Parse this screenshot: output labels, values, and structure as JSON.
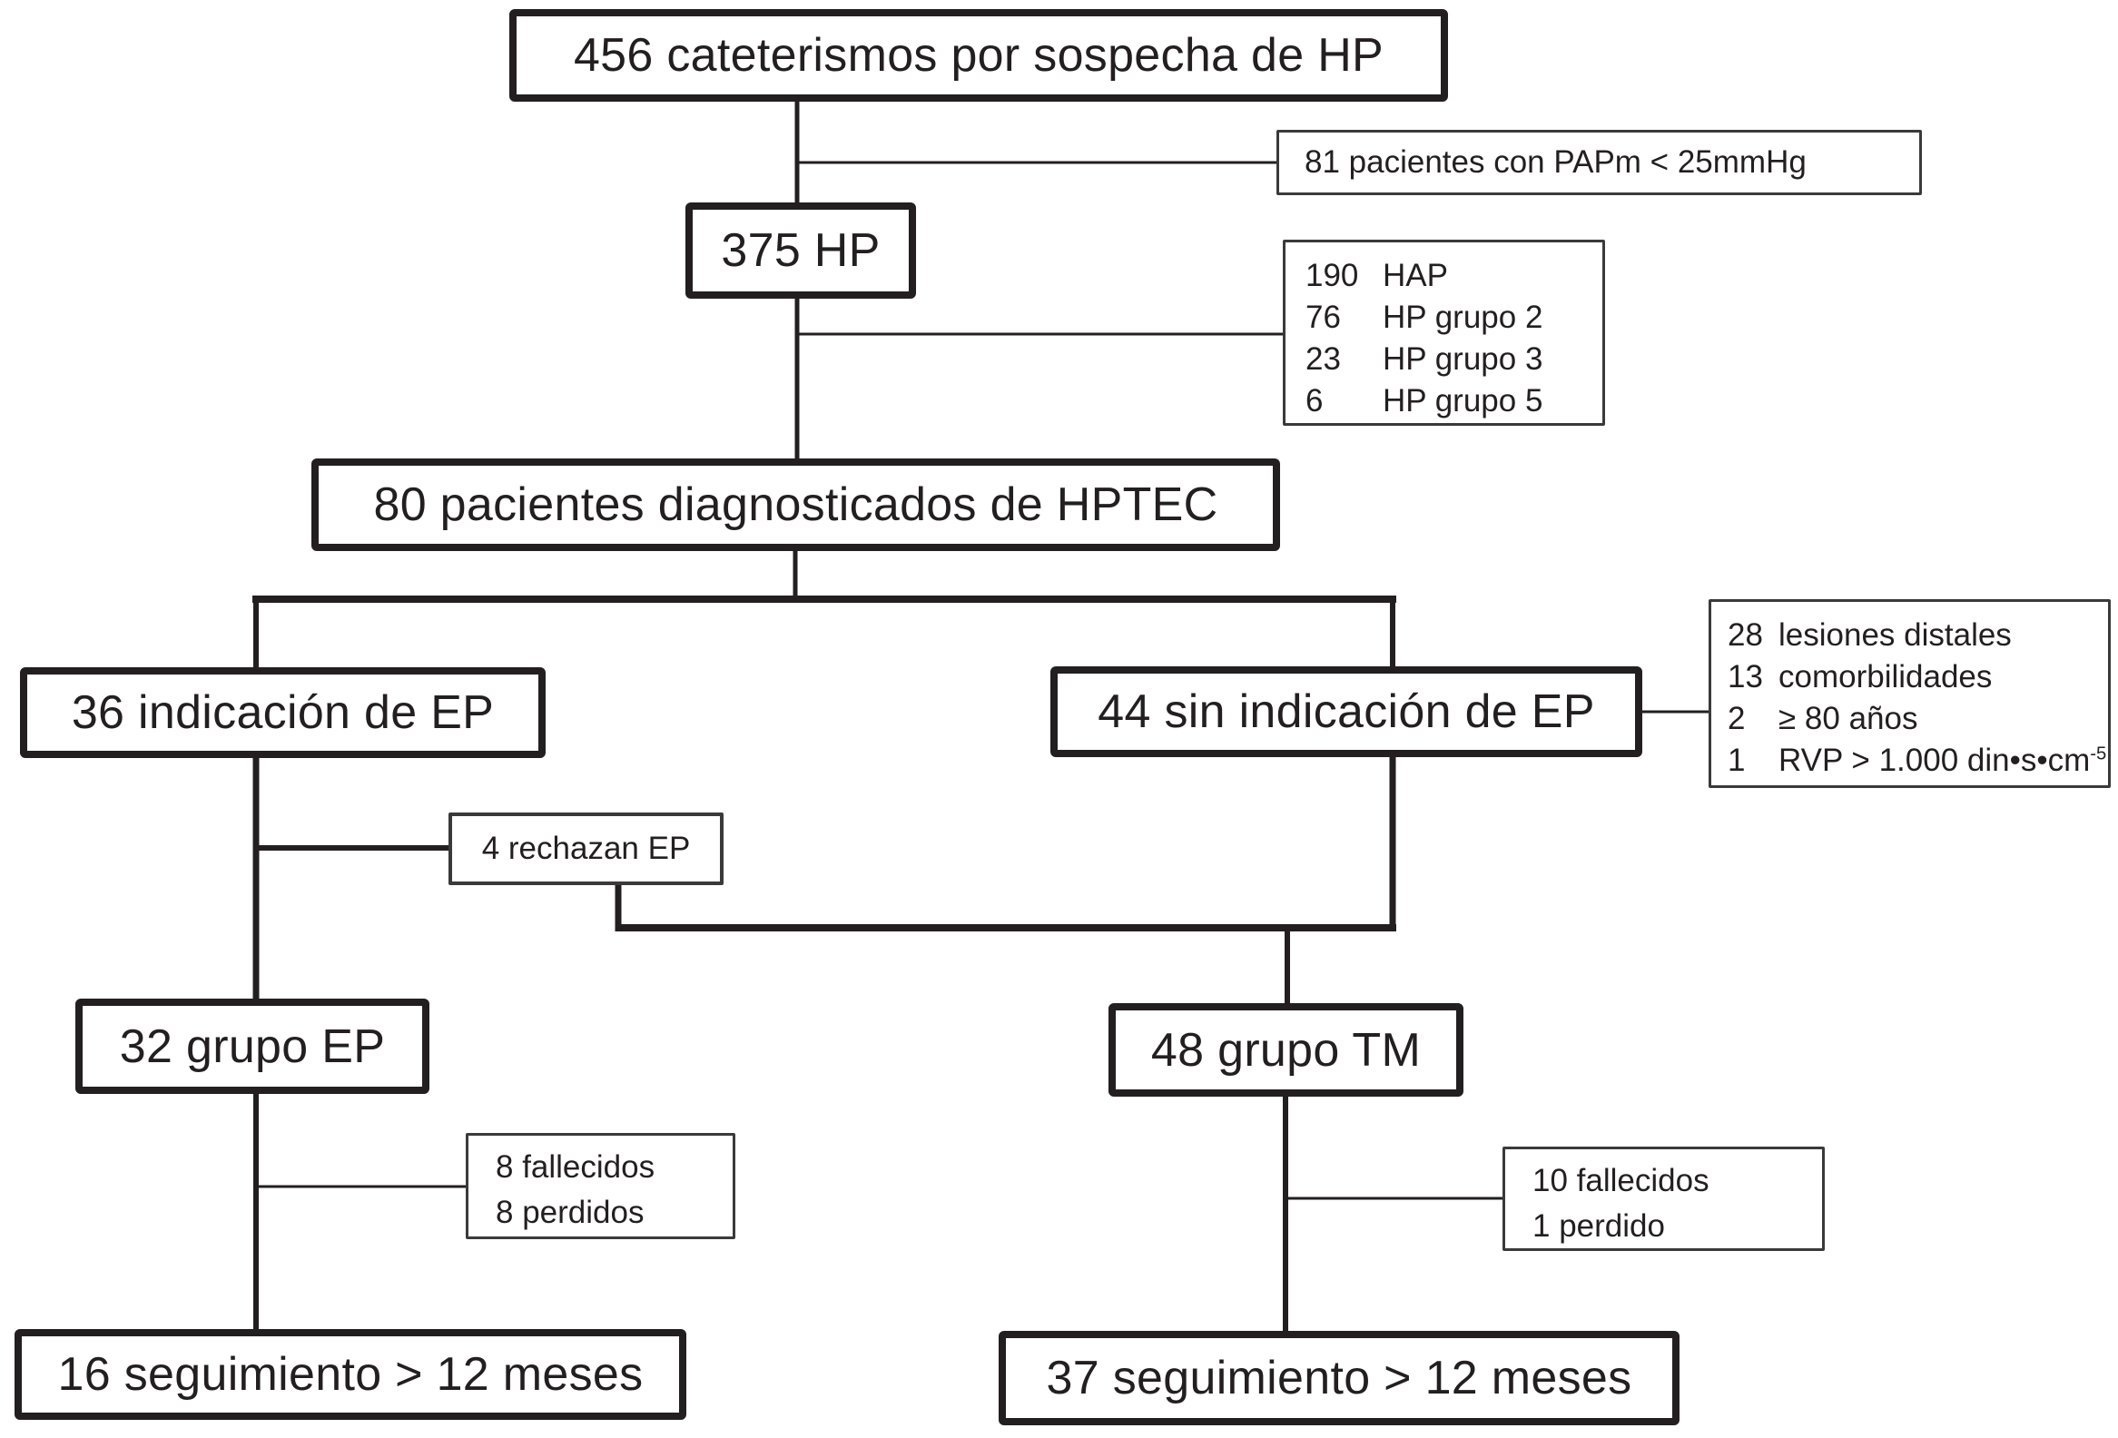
{
  "diagram": {
    "kind": "patient-flow-chart",
    "colors": {
      "ink": "#231f20",
      "background": "#ffffff"
    },
    "nodes": {
      "cateterismos": {
        "label": "456 cateterismos por sospecha de HP"
      },
      "papm": {
        "label": "81 pacientes con PAPm < 25mmHg"
      },
      "hp": {
        "label": "375 HP"
      },
      "hp_grupos": {
        "rows": [
          {
            "value": "190",
            "label": "HAP"
          },
          {
            "value": "76",
            "label": "HP grupo 2"
          },
          {
            "value": "23",
            "label": "HP grupo 3"
          },
          {
            "value": "6",
            "label": "HP grupo 5"
          }
        ]
      },
      "hptec": {
        "label": "80 pacientes diagnosticados de HPTEC"
      },
      "indicacion_ep": {
        "label": "36 indicación de EP"
      },
      "sin_indicacion_ep": {
        "label": "44 sin indicación de EP"
      },
      "exclusiones": {
        "rows": [
          {
            "value": "28",
            "label": "lesiones distales"
          },
          {
            "value": "13",
            "label": "comorbilidades"
          },
          {
            "value": "2",
            "label": "≥ 80 años"
          },
          {
            "value": "1",
            "label": "RVP > 1.000 din•s•cm",
            "sup": "-5"
          }
        ]
      },
      "rechazan": {
        "label": "4 rechazan EP"
      },
      "grupo_ep": {
        "label": "32 grupo EP"
      },
      "grupo_tm": {
        "label": "48 grupo TM"
      },
      "bajas_ep": {
        "lines": [
          "8 fallecidos",
          "8 perdidos"
        ]
      },
      "bajas_tm": {
        "lines": [
          "10 fallecidos",
          "1 perdido"
        ]
      },
      "seguimiento_ep": {
        "label": "16 seguimiento > 12 meses"
      },
      "seguimiento_tm": {
        "label": "37 seguimiento > 12 meses"
      }
    }
  }
}
